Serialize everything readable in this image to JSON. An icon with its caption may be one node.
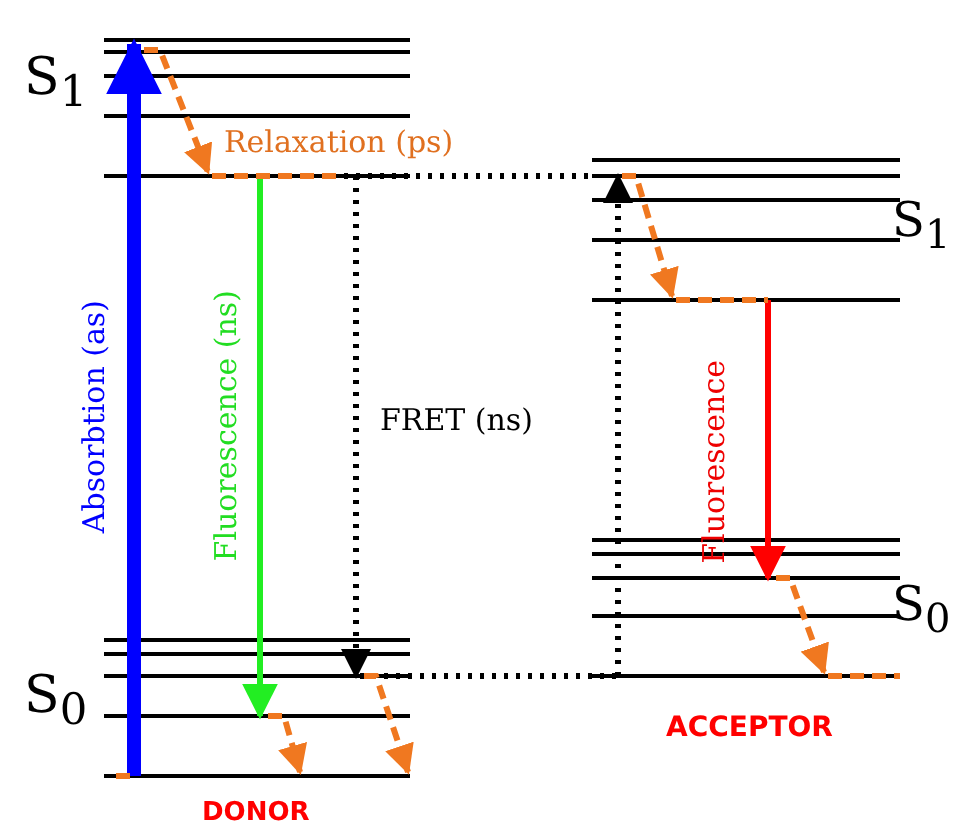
{
  "diagram": {
    "labels": [
      "S$_{1}$",
      "Relaxation (ps)",
      "S$_{1}$",
      "Absorbtion (as)",
      "Fluorescence (ns)",
      "FRET (ns)",
      "Fluorescence",
      "S$_{0}$",
      "S$_{0}$",
      "DONOR",
      "ACCEPTOR"
    ]
  }
}
